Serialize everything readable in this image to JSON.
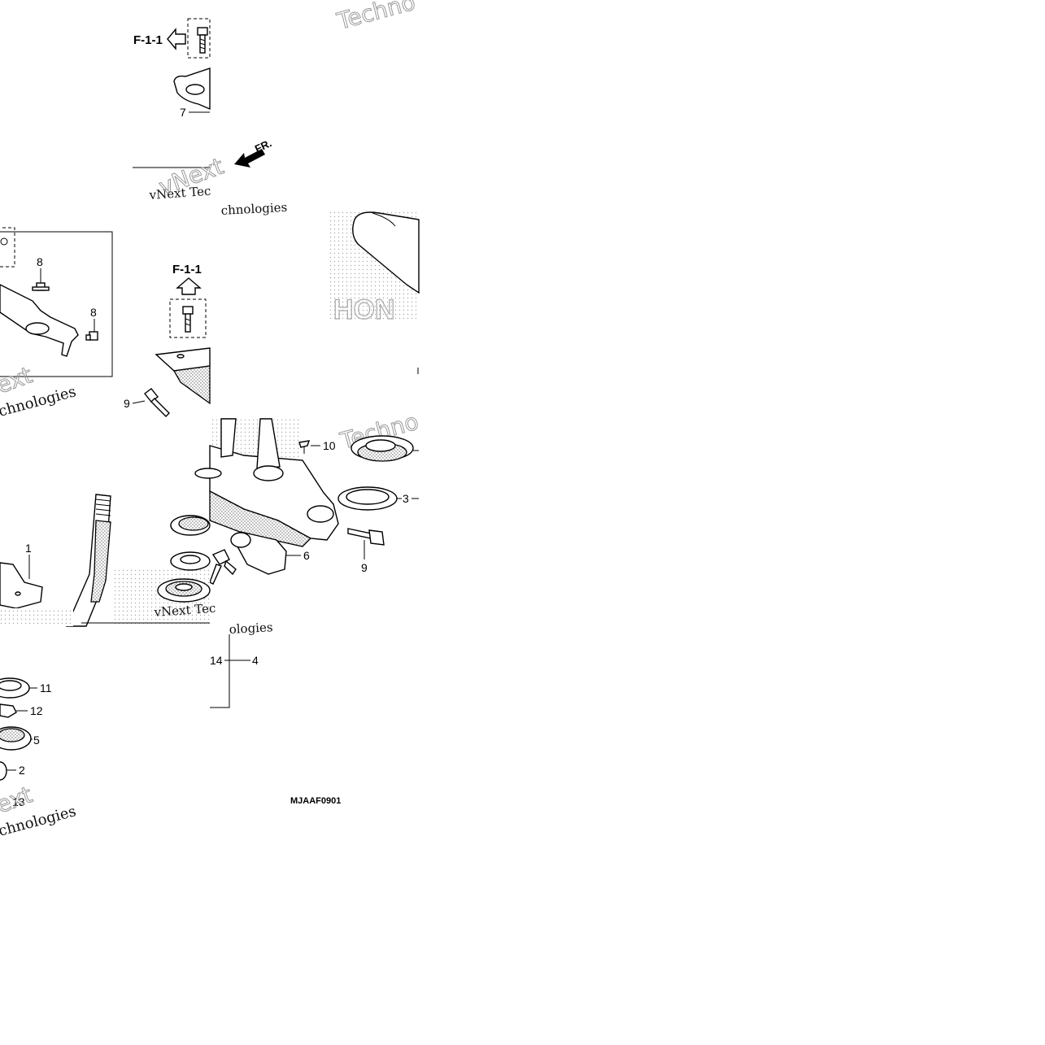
{
  "diagram": {
    "ref_labels": [
      "F-1-1",
      "F-1-1"
    ],
    "front_label": "FR.",
    "code": "MJAAF0901",
    "watermarks": [
      "Techno",
      "vNext",
      "vNext Tec",
      "chnologies",
      "ext",
      "chnologies",
      "Techno",
      "vNext Tec",
      "ologies",
      "ext",
      "chnologies"
    ],
    "parts": {
      "p7": "7",
      "p8a": "8",
      "p8b": "8",
      "p9a": "9",
      "p9b": "9",
      "p10": "10",
      "p3": "3",
      "p6": "6",
      "p1": "1",
      "p14": "14",
      "p4": "4",
      "p11": "11",
      "p12": "12",
      "p5": "5",
      "p2": "2",
      "p13": "13"
    },
    "icons": [
      "bolt-icon",
      "arrow-left-outline-icon",
      "arrow-up-outline-icon",
      "front-direction-arrow-icon",
      "key-icon"
    ]
  }
}
